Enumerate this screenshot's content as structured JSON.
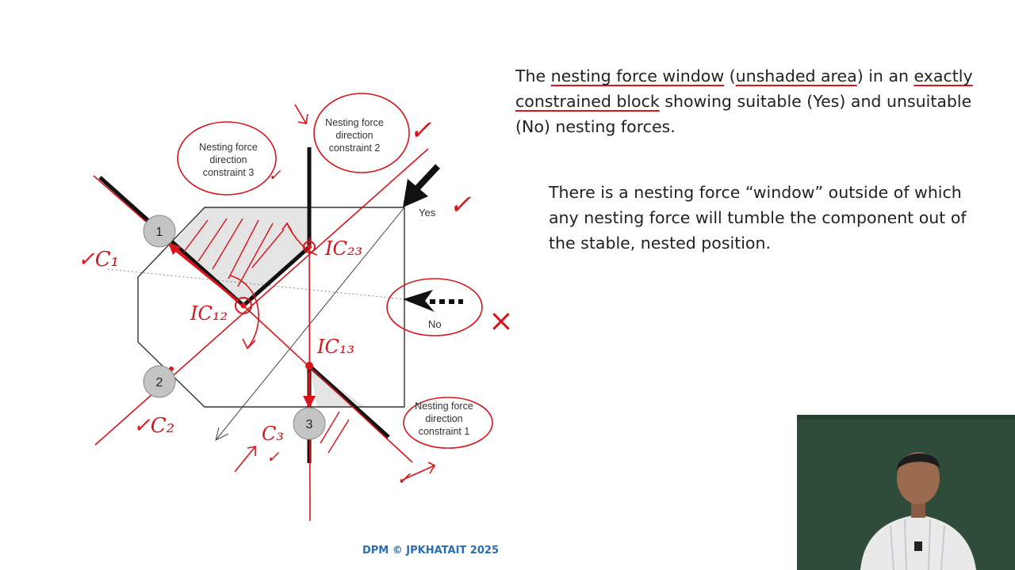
{
  "caption": {
    "part1": "The ",
    "underlined1": "nesting force window",
    "part2": " (",
    "underlined2": "unshaded area",
    "part3": ") in an ",
    "underlined3": "exactly constrained block",
    "part4": " showing suitable (Yes) and unsuitable (No) nesting forces."
  },
  "note": "There is a nesting force “window” outside of which any nesting force will tumble the component out of the stable, nested position.",
  "footer": "DPM © JPKHATAIT 2025",
  "diagram": {
    "constraint3_label": [
      "Nesting force",
      "direction",
      "constraint 3"
    ],
    "constraint2_label": [
      "Nesting force",
      "direction",
      "constraint 2"
    ],
    "constraint1_label": [
      "Nesting force",
      "direction",
      "constraint 1"
    ],
    "yes_label": "Yes",
    "no_label": "No",
    "contacts": [
      "1",
      "2",
      "3"
    ],
    "annotations": {
      "ic23": "IC₂₃",
      "ic12": "IC₁₂",
      "ic13": "IC₁₃",
      "c1": "✓C₁",
      "c2": "✓C₂",
      "c3": "C₃",
      "c3_check": "✓",
      "yes_tick": "✓",
      "no_cross": "×",
      "tick_top": "✓",
      "tick_c2": "✓",
      "tick_c1": "✓"
    }
  },
  "colors": {
    "ink": "#d9141b",
    "shade": "#e4e4e4",
    "footer": "#2a6db0",
    "board": "#2f4c3a"
  }
}
